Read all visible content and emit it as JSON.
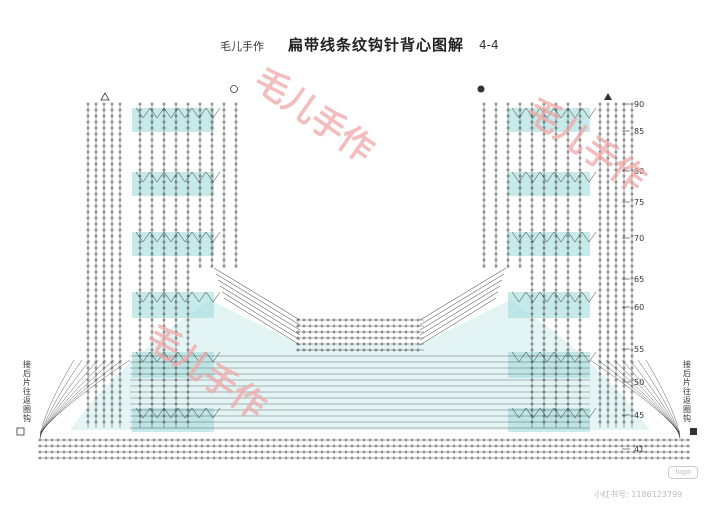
{
  "header": {
    "brand": "毛儿手作",
    "title": "扁带线条纹钩针背心图解",
    "page": "4-4"
  },
  "side_labels": {
    "left": "接后片往返圈钩",
    "right": "接后片往返圈钩"
  },
  "watermarks": [
    "毛儿手作",
    "毛儿手作",
    "毛儿手作"
  ],
  "row_numbers": [
    "90",
    "85",
    "80",
    "75",
    "70",
    "65",
    "60",
    "55",
    "50",
    "45",
    "41"
  ],
  "footer": {
    "badge": "logo",
    "user": "小红书号: 1186123799"
  },
  "colors": {
    "stitch": "#333333",
    "teal_band": "#aee0e0",
    "watermark": "#f0a8a8"
  }
}
